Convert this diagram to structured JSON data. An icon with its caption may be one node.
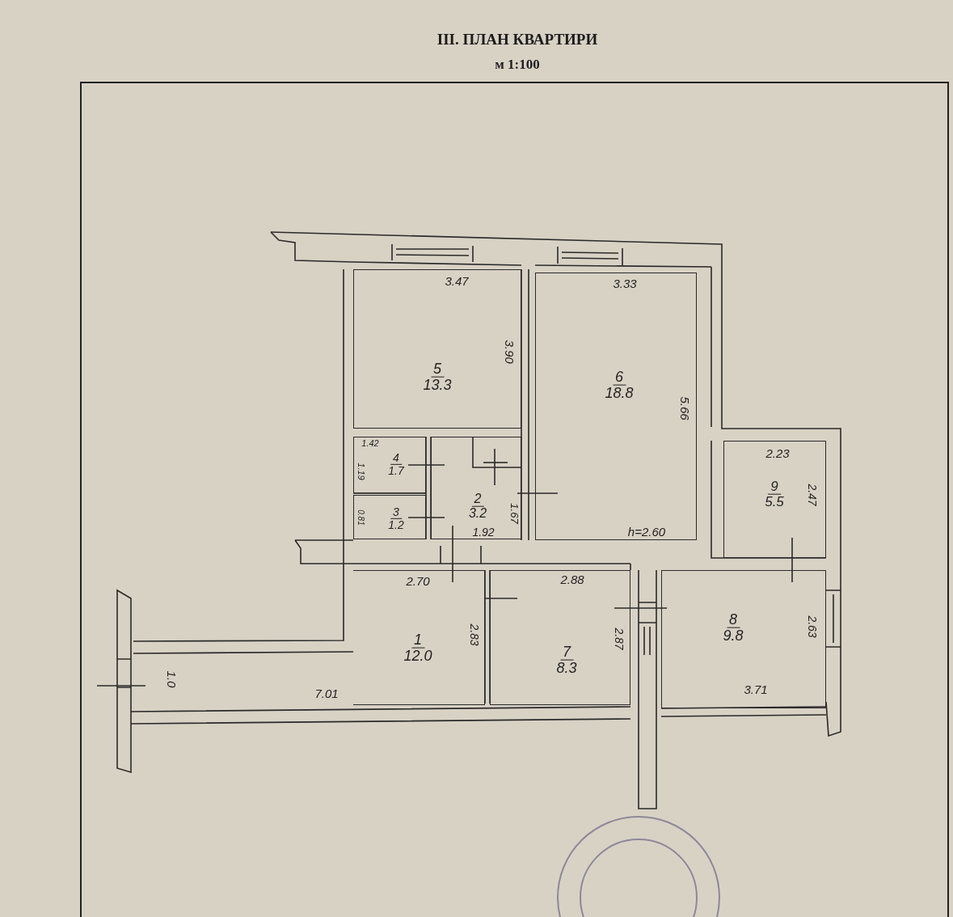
{
  "diagram": {
    "title": "III. ПЛАН КВАРТИРИ",
    "caption": "м 1:100",
    "nodes": [
      {
        "text": [
          "5",
          "13.3"
        ]
      },
      {
        "text": [
          "6",
          "18.8"
        ]
      },
      {
        "text": [
          "4",
          "1.7"
        ]
      },
      {
        "text": [
          "2",
          "3.2"
        ]
      },
      {
        "text": [
          "9",
          "5.5"
        ]
      },
      {
        "text": [
          "3",
          "1.2"
        ]
      },
      {
        "text": [
          "1",
          "12.0"
        ]
      },
      {
        "text": [
          "7",
          "8.3"
        ]
      },
      {
        "text": [
          "8",
          "9.8"
        ]
      }
    ],
    "labels": [
      "3.47",
      "3.33",
      "3.90",
      "5.66",
      "1.42",
      "2.23",
      "1.19",
      "1.67",
      "2.47",
      "0.81",
      "1.92",
      "h=2.60",
      "2.70",
      "2.88",
      "2.83",
      "2.87",
      "2.63",
      "1.0",
      "7.01",
      "3.71"
    ]
  }
}
